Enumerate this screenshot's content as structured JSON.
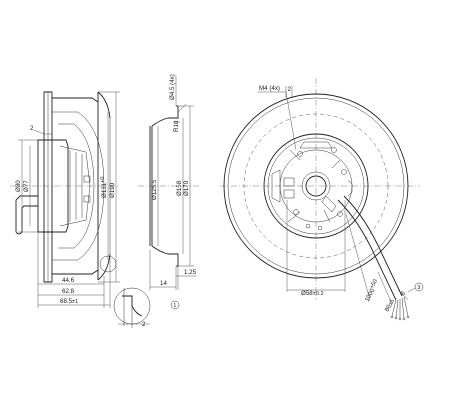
{
  "side_view": {
    "dims": {
      "thick2_top": "2",
      "d80": "Ø80",
      "d77": "Ø77",
      "d131": "Ø131",
      "d131_tol": "+0",
      "d190": "Ø190",
      "l44_6": "44.6",
      "l62_8": "62.8",
      "l68_5": "68.5",
      "l68_5_tol": "±1",
      "detail_gap": "2"
    }
  },
  "section_view": {
    "dims": {
      "r4_5": "Ø4.5 (4x)",
      "r10": "R10",
      "d125_5": "Ø125.5",
      "d158": "Ø158",
      "d170": "Ø170",
      "w14": "14",
      "w1_25": "1.25"
    },
    "callout_1": "1"
  },
  "front_view": {
    "dims": {
      "m4": "M4 (4x)",
      "label_2": "2",
      "d58": "Ø58",
      "d58_tol": "±0.2",
      "cable_len": "1000",
      "cable_len_tol": "+50",
      "len_80": "80",
      "len_80_tol": "±5",
      "len_6": "6"
    },
    "callout_3": "3"
  }
}
